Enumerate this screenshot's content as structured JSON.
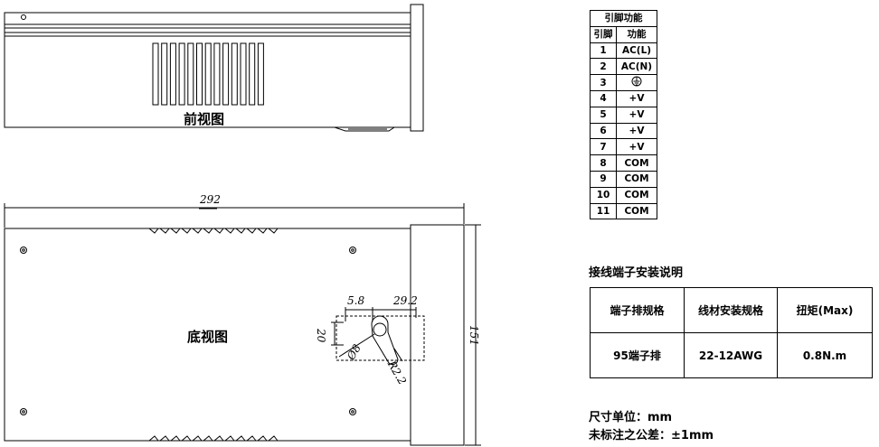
{
  "views": {
    "front_label": "前视图",
    "bottom_label": "底视图"
  },
  "dimensions": {
    "length": "292",
    "height": "151",
    "d1": "5.8",
    "d2": "29.2",
    "d3": "20",
    "hole": "Ø8",
    "radius": "R2.2"
  },
  "pin_table": {
    "caption": "引脚功能",
    "headers": [
      "引脚",
      "功能"
    ],
    "rows": [
      {
        "pin": "1",
        "func": "AC(L)"
      },
      {
        "pin": "2",
        "func": "AC(N)"
      },
      {
        "pin": "3",
        "func": "ground-icon"
      },
      {
        "pin": "4",
        "func": "+V"
      },
      {
        "pin": "5",
        "func": "+V"
      },
      {
        "pin": "6",
        "func": "+V"
      },
      {
        "pin": "7",
        "func": "+V"
      },
      {
        "pin": "8",
        "func": "COM"
      },
      {
        "pin": "9",
        "func": "COM"
      },
      {
        "pin": "10",
        "func": "COM"
      },
      {
        "pin": "11",
        "func": "COM"
      }
    ]
  },
  "terminal": {
    "title": "接线端子安装说明",
    "headers": [
      "端子排规格",
      "线材安装规格",
      "扭矩(Max)"
    ],
    "values": [
      "95端子排",
      "22-12AWG",
      "0.8N.m"
    ]
  },
  "notes": {
    "unit": "尺寸单位：mm",
    "tolerance": "未标注之公差：±1mm"
  }
}
